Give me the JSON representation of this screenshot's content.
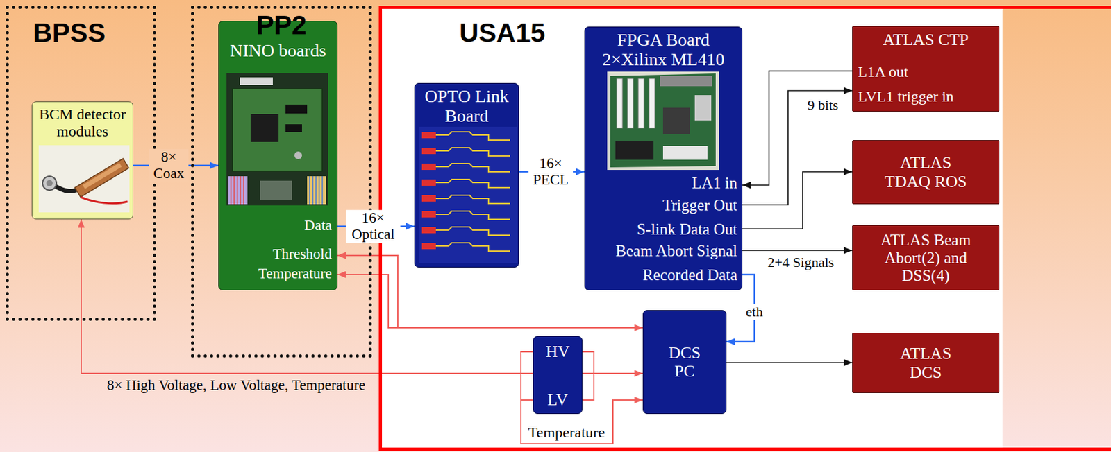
{
  "diagram": {
    "nodes": [
      {
        "text": [
          "BPSS"
        ]
      },
      {
        "text": [
          "BCM detector modules"
        ],
        "in": 0
      },
      {
        "text": [
          "PP2"
        ]
      },
      {
        "text": [
          "NINO boards",
          "Data",
          "Threshold",
          "Temperature"
        ],
        "in": 2
      },
      {
        "text": [
          "USA15"
        ]
      },
      {
        "text": [
          "OPTO Link Board"
        ],
        "in": 4
      },
      {
        "text": [
          "FPGA Board 2×Xilinx ML410",
          "LA1 in",
          "Trigger Out",
          "S-link Data Out",
          "Beam Abort Signal",
          "Recorded Data"
        ],
        "in": 4
      },
      {
        "text": [
          "ATLAS CTP",
          "L1A out",
          "LVL1 trigger in"
        ],
        "in": 4
      },
      {
        "text": [
          "ATLAS TDAQ ROS"
        ],
        "in": 4
      },
      {
        "text": [
          "ATLAS Beam Abort(2) and DSS(4)"
        ],
        "in": 4
      },
      {
        "text": [
          "HV",
          "LV"
        ],
        "in": 4
      },
      {
        "text": [
          "DCS PC"
        ],
        "in": 4
      },
      {
        "text": [
          "ATLAS DCS"
        ],
        "in": 4
      }
    ],
    "edges": [
      {
        "from": 1,
        "to": 3,
        "label": "8× Coax",
        "arrow": "to"
      },
      {
        "from": 3,
        "to": 5,
        "label": "16× Optical",
        "arrow": "to"
      },
      {
        "from": 5,
        "to": 6,
        "label": "16× PECL",
        "arrow": "to"
      },
      {
        "from": 7,
        "to": 6,
        "arrow": "to"
      },
      {
        "from": 6,
        "to": 7,
        "label": "9 bits",
        "arrow": "to"
      },
      {
        "from": 6,
        "to": 8,
        "arrow": "to"
      },
      {
        "from": 6,
        "to": 9,
        "label": "2+4 Signals",
        "arrow": "to"
      },
      {
        "from": 6,
        "to": 11,
        "label": "eth",
        "arrow": "to"
      },
      {
        "from": 11,
        "to": 3,
        "arrow": "both"
      },
      {
        "from": 11,
        "to": 3,
        "arrow": "to"
      },
      {
        "from": 10,
        "to": 11,
        "arrow": "to"
      },
      {
        "from": 10,
        "to": 11,
        "label": "Temperature",
        "arrow": "to"
      },
      {
        "from": 10,
        "to": 1,
        "label": "8× High Voltage, Low Voltage, Temperature",
        "arrow": "to"
      },
      {
        "from": 11,
        "to": 12,
        "arrow": "to"
      }
    ]
  }
}
